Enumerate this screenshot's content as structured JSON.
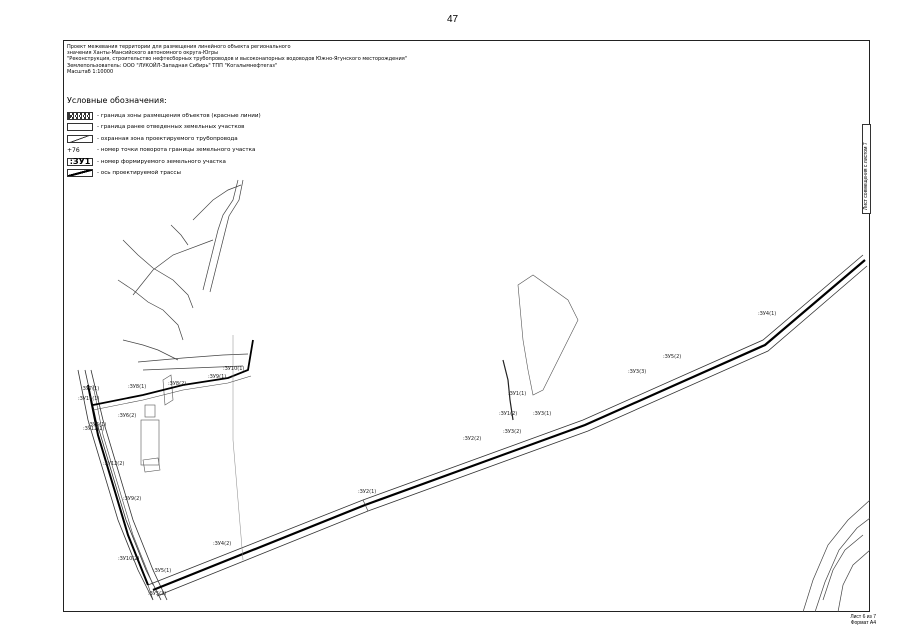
{
  "page_number": "47",
  "header": {
    "line1": "Проект межевания территории для размещения линейного объекта регионального",
    "line2": "значения Ханты-Мансийского автономного округа-Югры",
    "line3": "\"Реконструкция, строительство нефтесборных трубопроводов и высоконапорных водоводов Южно-Ягунского месторождения\"",
    "line4": "Землепользователь: ООО \"ЛУКОЙЛ-Западная Сибирь\" ТПП \"Когалымнефтегаз\"",
    "line5": "Масштаб 1:10000"
  },
  "legend": {
    "title": "Условные обозначения:",
    "items": [
      {
        "symbol": "",
        "text": "- граница зоны размещения объектов (красные линии)"
      },
      {
        "symbol": "",
        "text": "- граница ранее отведенных земельных участков"
      },
      {
        "symbol": "",
        "text": "- охранная зона проектируемого трубопровода"
      },
      {
        "symbol": "+76",
        "text": "- номер точки поворота границы земельного участка"
      },
      {
        "symbol": ":ЗУ1",
        "text": "- номер формируемого земельного участка"
      },
      {
        "symbol": "",
        "text": "- ось проектируемой трассы"
      }
    ]
  },
  "side_label": "Лист совмещения с листом 7",
  "sheet_info": {
    "line1": "Лист 6 из 7",
    "line2": "Формат А4"
  },
  "map_labels": {
    "l1": ":ЗУ4(1)",
    "l2": ":ЗУ5(2)",
    "l3": ":ЗУ3(3)",
    "l4": ":ЗУ3(1)",
    "l5": ":ЗУ3(2)",
    "l6": ":ЗУ1(1)",
    "l7": ":ЗУ1(2)",
    "l8": ":ЗУ2(1)",
    "l9": ":ЗУ4(2)",
    "l10": ":ЗУ5(1)",
    "l11": ":ЗУ6(1)",
    "l12": ":ЗУ6(2)",
    "l13": ":ЗУ7(1)",
    "l14": ":ЗУ8(1)",
    "l15": ":ЗУ8(2)",
    "l16": ":ЗУ9(1)",
    "l17": ":ЗУ10(1)",
    "l18": ":ЗУ11(1)",
    "l19": ":ЗУ12(1)",
    "l20": ":ЗУ2(2)",
    "l21": ":ЗУ5(3)",
    "l22": ":ЗУ9(2)",
    "l23": ":ЗУ10(2)",
    "l24": ":ЗУ12(2)"
  }
}
